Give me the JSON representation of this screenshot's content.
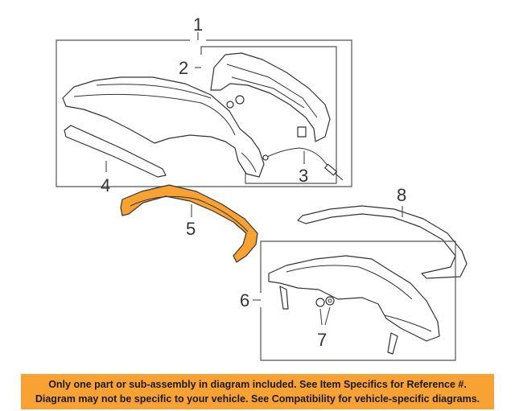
{
  "callouts": {
    "c1": "1",
    "c2": "2",
    "c3": "3",
    "c4": "4",
    "c5": "5",
    "c6": "6",
    "c7": "7",
    "c8": "8"
  },
  "highlight_color": "#f7a233",
  "banner": {
    "line1": "Only one part or sub-assembly in diagram included. See Item Specifics for Reference #.",
    "line2": "Diagram may not be specific to your vehicle. See Compatibility for vehicle-specific diagrams."
  }
}
